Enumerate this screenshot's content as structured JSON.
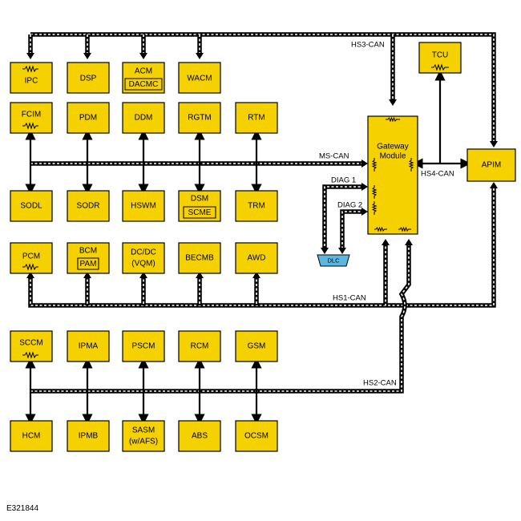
{
  "buses": {
    "hs3": "HS3-CAN",
    "ms": "MS-CAN",
    "hs1": "HS1-CAN",
    "hs2": "HS2-CAN",
    "hs4": "HS4-CAN",
    "diag1": "DIAG 1",
    "diag2": "DIAG 2"
  },
  "gateway": {
    "line1": "Gateway",
    "line2": "Module"
  },
  "dlc": "DLC",
  "modules": {
    "ipc": "IPC",
    "dsp": "DSP",
    "acm": "ACM",
    "dacmc": "DACMC",
    "wacm": "WACM",
    "tcu": "TCU",
    "fcim": "FCIM",
    "pdm": "PDM",
    "ddm": "DDM",
    "rgtm": "RGTM",
    "rtm": "RTM",
    "sodl": "SODL",
    "sodr": "SODR",
    "hswm": "HSWM",
    "dsm": "DSM",
    "scme": "SCME",
    "trm": "TRM",
    "apim": "APIM",
    "pcm": "PCM",
    "bcm": "BCM",
    "pam": "PAM",
    "dcdc1": "DC/DC",
    "dcdc2": "(VQM)",
    "becmb": "BECMB",
    "awd": "AWD",
    "sccm": "SCCM",
    "ipma": "IPMA",
    "pscm": "PSCM",
    "rcm": "RCM",
    "gsm": "GSM",
    "hcm": "HCM",
    "ipmb": "IPMB",
    "sasm1": "SASM",
    "sasm2": "(w/AFS)",
    "abs": "ABS",
    "ocsm": "OCSM"
  },
  "figure_code": "E321844"
}
